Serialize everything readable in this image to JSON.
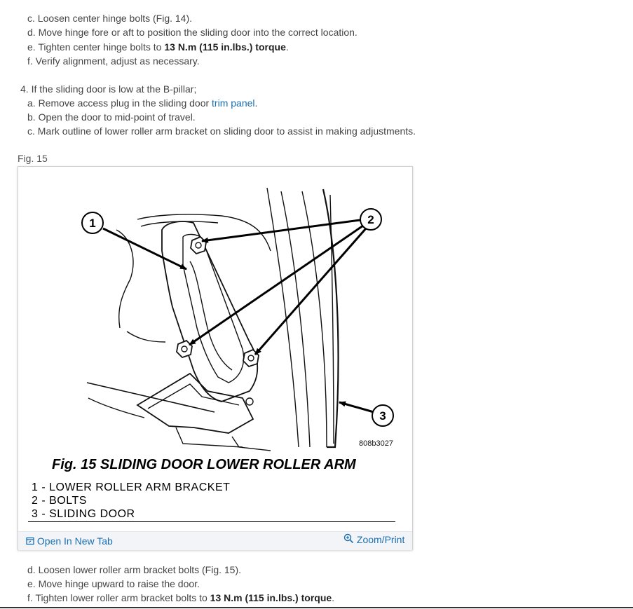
{
  "steps_top": [
    {
      "text": "c. Loosen center hinge bolts (Fig. 14)."
    },
    {
      "text": "d. Move hinge fore or aft to position the sliding door into the correct location."
    },
    {
      "pre": "e. Tighten center hinge bolts to ",
      "bold": "13 N.m (115 in.lbs.) torque",
      "post": "."
    },
    {
      "text": "f. Verify alignment, adjust as necessary."
    }
  ],
  "step4": {
    "heading": "4. If the sliding door is low at the B-pillar;",
    "a_pre": "a. Remove access plug in the sliding door ",
    "a_link": "trim panel",
    "a_post": ".",
    "b": "b. Open the door to mid-point of travel.",
    "c": "c. Mark outline of lower roller arm bracket on sliding door to assist in making adjustments."
  },
  "figure": {
    "label": "Fig. 15",
    "image_code": "808b3027",
    "title": "Fig. 15 SLIDING DOOR LOWER ROLLER ARM",
    "callouts": [
      "1",
      "2",
      "3"
    ],
    "legend": [
      "1 - LOWER ROLLER ARM BRACKET",
      "2 - BOLTS",
      "3 - SLIDING DOOR"
    ],
    "open_tab_label": "Open In New Tab",
    "zoom_label": "Zoom/Print",
    "open_tab_icon": "open-new-tab-icon",
    "zoom_icon": "zoom-icon"
  },
  "steps_bottom": [
    {
      "text": "d. Loosen lower roller arm bracket bolts (Fig. 15)."
    },
    {
      "text": "e. Move hinge upward to raise the door."
    },
    {
      "pre": "f. Tighten lower roller arm bracket bolts to ",
      "bold": "13 N.m (115 in.lbs.) torque",
      "post": "."
    }
  ],
  "colors": {
    "link": "#1a6fb0",
    "text": "#444444",
    "footer_bg": "#f2f4f8"
  }
}
